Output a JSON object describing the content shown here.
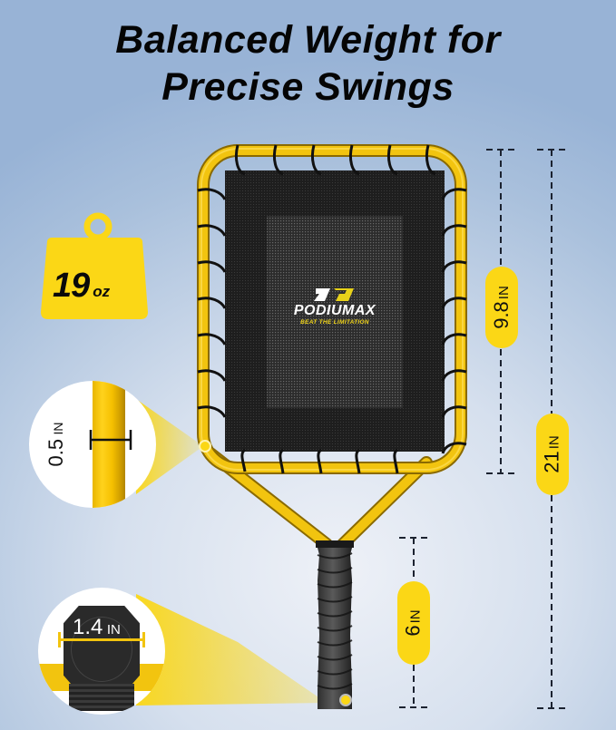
{
  "headline": {
    "line1": "Balanced Weight for",
    "line2": "Precise Swings"
  },
  "weight_badge": {
    "value": "19",
    "unit": "oz",
    "icon": "weight-icon",
    "color": "#fbd716"
  },
  "brand": {
    "name": "PODIUMAX",
    "tagline": "BEAT THE LIMITATION",
    "logo": "podiumax-logo-icon"
  },
  "callouts": {
    "frame_thickness": {
      "value": "0.5",
      "unit": "IN"
    },
    "grip_diameter": {
      "value": "1.4",
      "unit": "IN"
    }
  },
  "dimensions": {
    "head_height": {
      "value": "9.8",
      "unit": "IN"
    },
    "total_length": {
      "value": "21",
      "unit": "IN"
    },
    "handle_length": {
      "value": "6",
      "unit": "IN"
    }
  },
  "colors": {
    "accent_yellow": "#fbd716",
    "frame_yellow": "#f2c40f",
    "net_black": "#1e1e1e",
    "text_black": "#050505",
    "bg_blue": "#a9c0dc"
  }
}
